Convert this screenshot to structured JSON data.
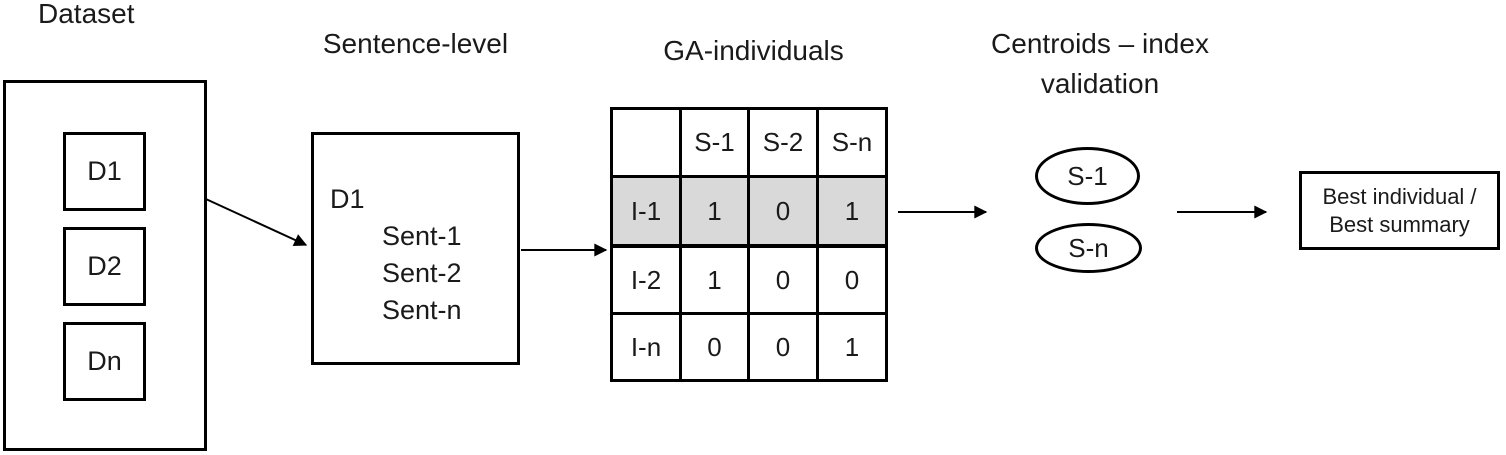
{
  "dataset": {
    "title": "Dataset",
    "items": [
      "D1",
      "D2",
      "Dn"
    ]
  },
  "sentence_level": {
    "title": "Sentence-level",
    "doc_label": "D1",
    "sentences": [
      "Sent-1",
      "Sent-2",
      "Sent-n"
    ]
  },
  "ga_individuals": {
    "title": "GA-individuals",
    "columns": [
      "",
      "S-1",
      "S-2",
      "S-n"
    ],
    "rows": [
      {
        "label": "I-1",
        "values": [
          "1",
          "0",
          "1"
        ],
        "highlighted": true
      },
      {
        "label": "I-2",
        "values": [
          "1",
          "0",
          "0"
        ],
        "highlighted": false
      },
      {
        "label": "I-n",
        "values": [
          "0",
          "0",
          "1"
        ],
        "highlighted": false
      }
    ],
    "highlight_color": "#d9d9d9"
  },
  "centroids": {
    "title_line1": "Centroids – index",
    "title_line2": "validation",
    "nodes": [
      "S-1",
      "S-n"
    ]
  },
  "output": {
    "line1": "Best individual /",
    "line2": "Best summary"
  },
  "colors": {
    "line": "#000000",
    "text": "#1a1a1a",
    "highlight": "#d9d9d9",
    "background": "#ffffff"
  }
}
